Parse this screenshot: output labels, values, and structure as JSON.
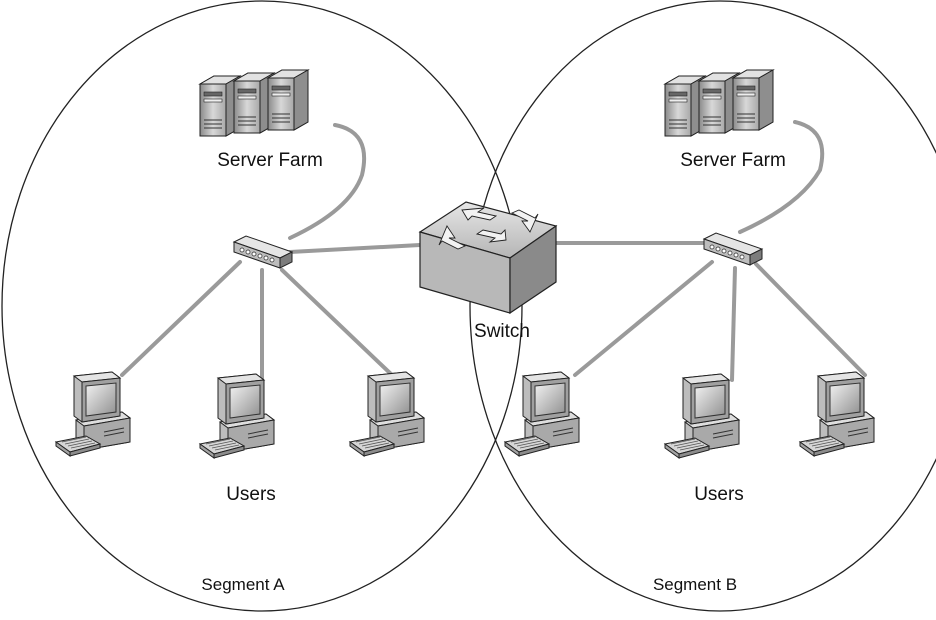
{
  "segments": [
    {
      "id": "a",
      "label": "Segment A",
      "server_label": "Server Farm",
      "users_label": "Users"
    },
    {
      "id": "b",
      "label": "Segment B",
      "server_label": "Server Farm",
      "users_label": "Users"
    }
  ],
  "switch": {
    "label": "Switch"
  },
  "colors": {
    "cable": "#9a9a9a",
    "outline": "#1a1a1a",
    "device_fill": "#c9c9c9",
    "device_dark": "#7d7d7d"
  }
}
